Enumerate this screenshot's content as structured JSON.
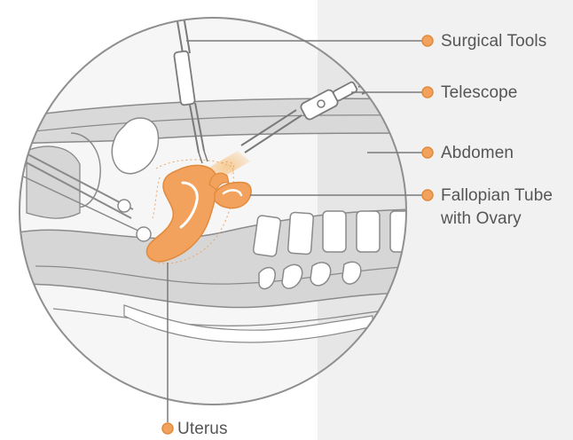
{
  "labels": {
    "surgical_tools": "Surgical Tools",
    "telescope": "Telescope",
    "abdomen": "Abdomen",
    "fallopian_line1": "Fallopian Tube",
    "fallopian_line2": "with Ovary",
    "uterus": "Uterus"
  },
  "colors": {
    "accent": "#f3a25d",
    "accent_dark": "#e18a3c",
    "line": "#7a7a7a",
    "tissue": "#d6d6d6",
    "panel": "#f1f1f1"
  }
}
